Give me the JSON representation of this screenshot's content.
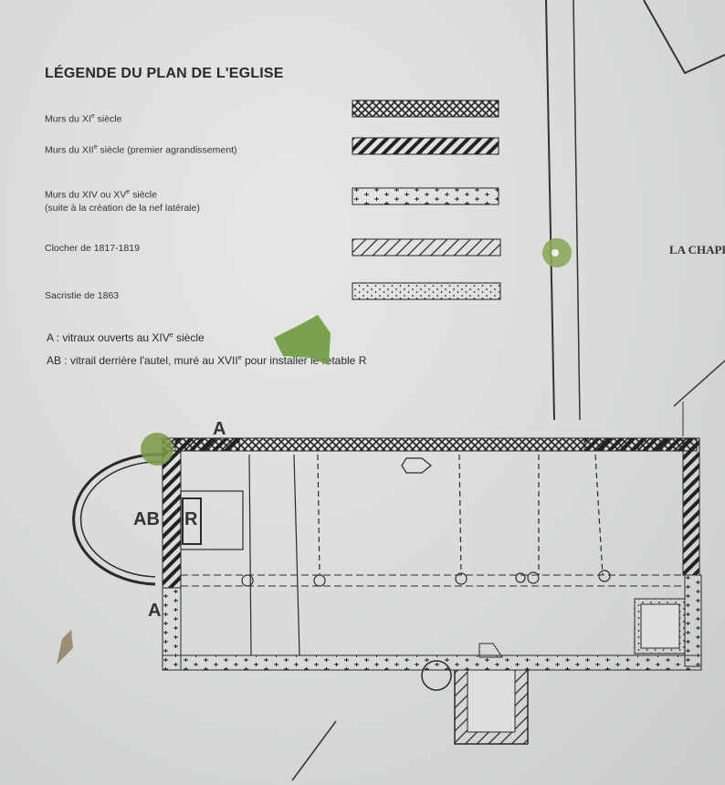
{
  "legend": {
    "title": "LÉGENDE DU PLAN DE L'EGLISE",
    "items": [
      {
        "label": "Murs du XI",
        "sup": "e",
        "rest": " siècle",
        "sub": "",
        "pattern": "crosshatch"
      },
      {
        "label": "Murs du XII",
        "sup": "e",
        "rest": " siècle (premier agrandissement)",
        "sub": "",
        "pattern": "thick-diagonal"
      },
      {
        "label": "Murs du XIV ou XV",
        "sup": "e",
        "rest": " siècle",
        "sub": "(suite à la création de la nef latérale)",
        "pattern": "crosses"
      },
      {
        "label": "Clocher de 1817-1819",
        "sup": "",
        "rest": "",
        "sub": "",
        "pattern": "thin-diagonal"
      },
      {
        "label": "Sacristie de 1863",
        "sup": "",
        "rest": "",
        "sub": "",
        "pattern": "dots"
      }
    ],
    "notes": [
      {
        "pre": "A : vitraux ouverts au XIV",
        "sup": "e",
        "post": " siècle"
      },
      {
        "pre": "AB : vitrail derrière l'autel, muré au XVII",
        "sup": "e",
        "post": " pour installer le retable R"
      }
    ]
  },
  "plan": {
    "labels": {
      "a_top": "A",
      "ab": "AB",
      "r": "R",
      "a_left": "A"
    },
    "side_text": "LA CHAPE"
  },
  "colors": {
    "ink": "#2a2a2a",
    "board": "#dcdfdc",
    "moss": "#7a9a4a"
  }
}
